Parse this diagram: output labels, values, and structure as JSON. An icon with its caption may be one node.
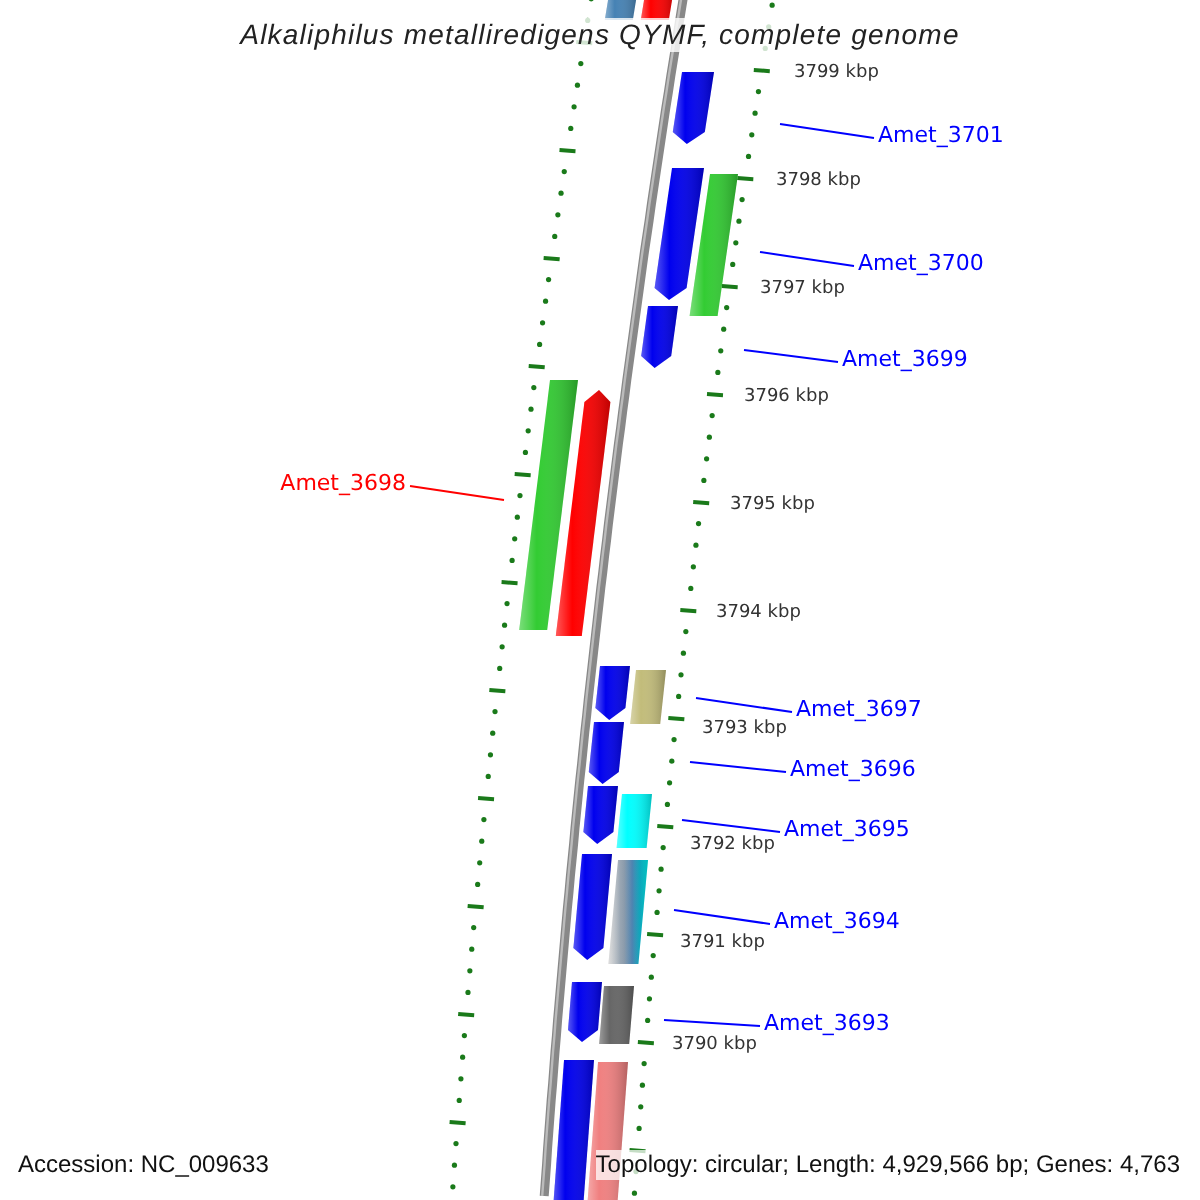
{
  "diagram": {
    "title": "Alkaliphilus metalliredigens QYMF, complete genome",
    "nodes": [
      {
        "text": [
          "Amet_3701"
        ]
      },
      {
        "text": [
          "Amet_3700"
        ]
      },
      {
        "text": [
          "Amet_3699"
        ]
      },
      {
        "text": [
          "Amet_3698"
        ]
      },
      {
        "text": [
          "Amet_3697"
        ]
      },
      {
        "text": [
          "Amet_3696"
        ]
      },
      {
        "text": [
          "Amet_3695"
        ]
      },
      {
        "text": [
          "Amet_3694"
        ]
      },
      {
        "text": [
          "Amet_3693"
        ]
      }
    ],
    "edges": [
      {
        "from": 0,
        "to": null,
        "arrow": "none"
      },
      {
        "from": 1,
        "to": null,
        "arrow": "none"
      },
      {
        "from": 2,
        "to": null,
        "arrow": "none"
      },
      {
        "from": 3,
        "to": null,
        "arrow": "none",
        "color": "#ff0000"
      },
      {
        "from": 4,
        "to": null,
        "arrow": "none"
      },
      {
        "from": 5,
        "to": null,
        "arrow": "none"
      },
      {
        "from": 6,
        "to": null,
        "arrow": "none"
      },
      {
        "from": 7,
        "to": null,
        "arrow": "none"
      },
      {
        "from": 8,
        "to": null,
        "arrow": "none"
      }
    ],
    "labels": [
      "3799 kbp",
      "3798 kbp",
      "3797 kbp",
      "3796 kbp",
      "3795 kbp",
      "3794 kbp",
      "3793 kbp",
      "3792 kbp",
      "3791 kbp",
      "3790 kbp",
      "Accession: NC_009633",
      "Topology: circular; Length: 4,929,566 bp; Genes: 4,763"
    ]
  }
}
